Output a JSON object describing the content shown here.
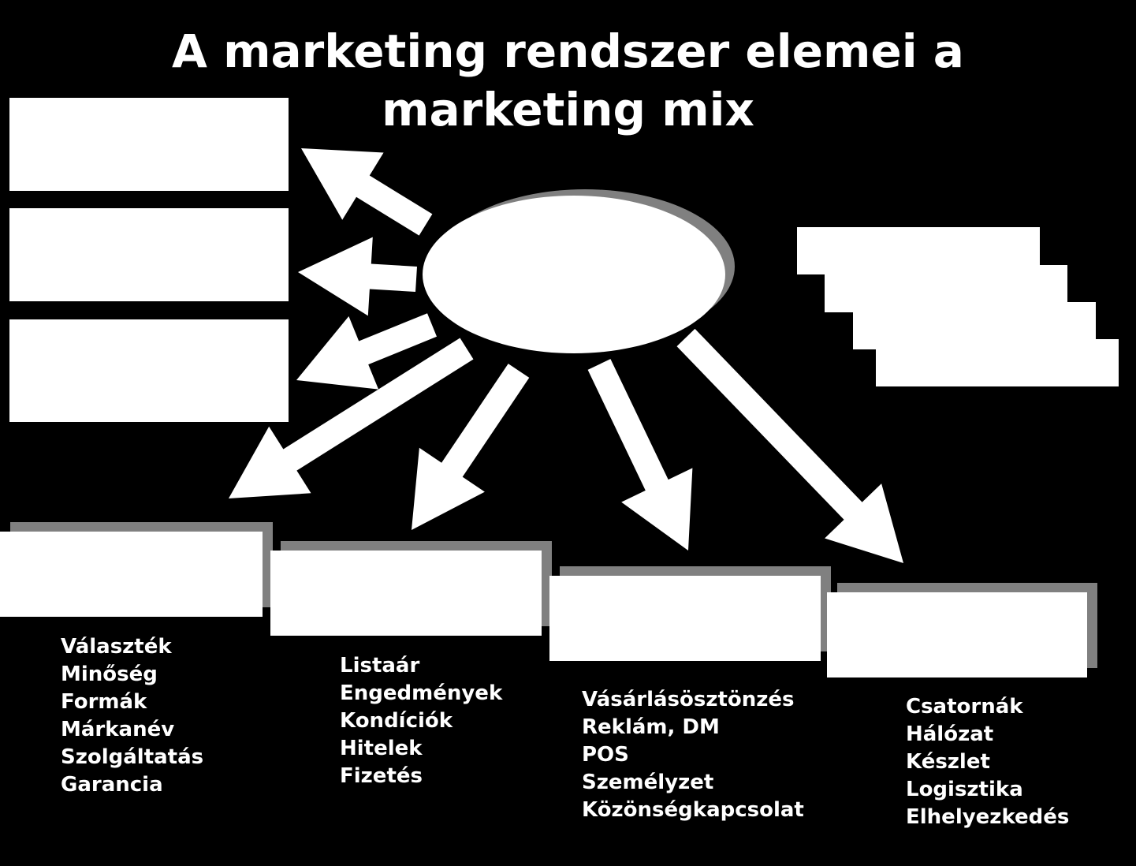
{
  "title": {
    "line1": "A marketing rendszer elemei a",
    "line2": "marketing mix"
  },
  "lists": [
    {
      "items": [
        "Választék",
        "Minőség",
        "Formák",
        "Márkanév",
        "Szolgáltatás",
        "Garancia"
      ]
    },
    {
      "items": [
        "Listaár",
        "Engedmények",
        "Kondíciók",
        "Hitelek",
        "Fizetés"
      ]
    },
    {
      "items": [
        "Vásárlásösztönzés",
        "Reklám, DM",
        "POS",
        "Személyzet",
        "Közönségkapcsolat"
      ]
    },
    {
      "items": [
        "Csatornák",
        "Hálózat",
        "Készlet",
        "Logisztika",
        "Elhelyezkedés"
      ]
    }
  ],
  "colors": {
    "background": "#000000",
    "box": "#ffffff",
    "shadow": "#808080",
    "text": "#ffffff"
  }
}
